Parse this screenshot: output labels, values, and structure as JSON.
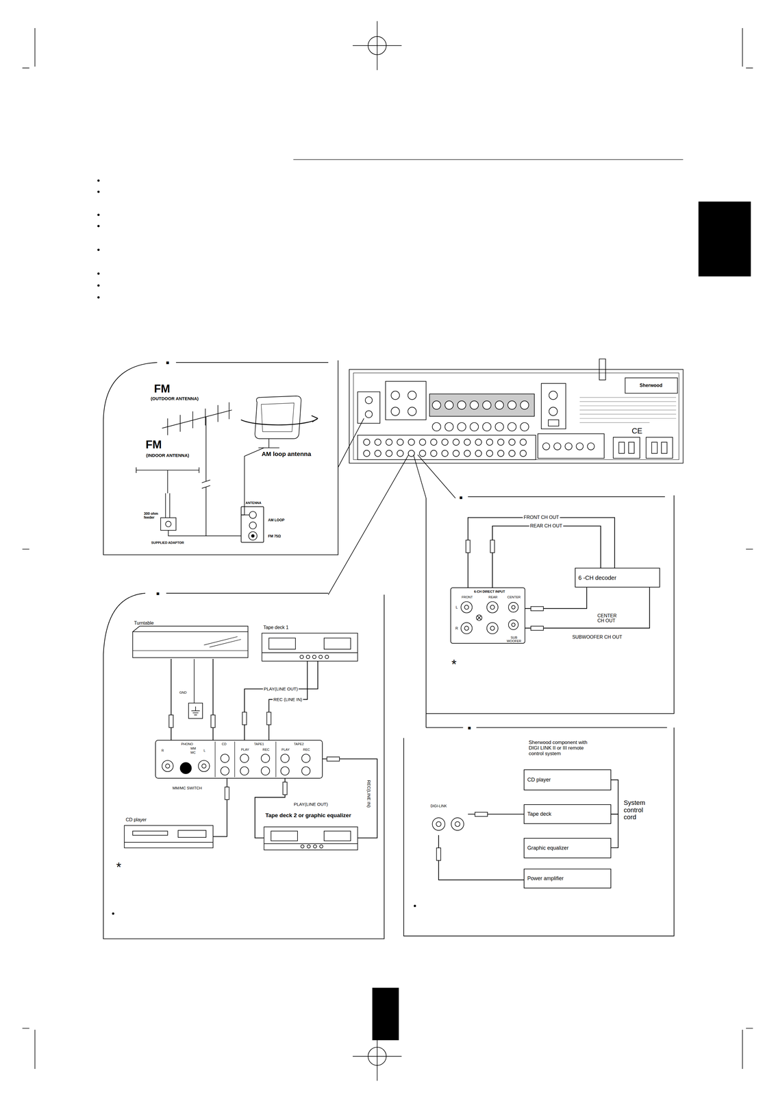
{
  "diagram": {
    "nodes": [
      {
        "text": [
          "ANTENNA",
          "AM LOOP",
          "FM 75Ω"
        ]
      },
      {
        "text": [
          "6 -CH decoder"
        ]
      },
      {
        "text": [
          "6-CH DIRECT INPUT",
          "FRONT",
          "REAR",
          "CENTER",
          "L",
          "R",
          "SUB WOOFER"
        ]
      },
      {
        "text": [
          "Turntable"
        ]
      },
      {
        "text": [
          "Tape deck 1"
        ]
      },
      {
        "text": [
          "PHONO",
          "MM",
          "MC",
          "R",
          "L",
          "CD",
          "TAPE1",
          "PLAY",
          "REC",
          "TAPE2",
          "PLAY",
          "REC"
        ]
      },
      {
        "text": [
          "CD player"
        ]
      },
      {
        "text": [
          "Tape deck 2 or graphic equalizer"
        ]
      },
      {
        "text": [
          "DIGI-LINK"
        ]
      },
      {
        "text": [
          "CD player"
        ]
      },
      {
        "text": [
          "Tape deck"
        ]
      },
      {
        "text": [
          "Graphic equalizer"
        ]
      },
      {
        "text": [
          "Power amplifier"
        ]
      }
    ],
    "edges": [
      {
        "from": 1,
        "to": 2,
        "arrow": "none",
        "label": "FRONT CH OUT"
      },
      {
        "from": 1,
        "to": 2,
        "arrow": "none",
        "label": "REAR CH OUT"
      },
      {
        "from": 1,
        "to": 2,
        "arrow": "none",
        "label": "CENTER CH OUT"
      },
      {
        "from": 1,
        "to": 2,
        "arrow": "none",
        "label": "SUBWOOFER CH OUT"
      },
      {
        "from": 3,
        "to": 5,
        "arrow": "none"
      },
      {
        "from": 4,
        "to": 5,
        "arrow": "none",
        "label": "PLAY(LINE OUT)"
      },
      {
        "from": 5,
        "to": 4,
        "arrow": "none",
        "label": "REC (LINE IN)"
      },
      {
        "from": 6,
        "to": 5,
        "arrow": "none"
      },
      {
        "from": 7,
        "to": 5,
        "arrow": "none",
        "label": "PLAY(LINE OUT)"
      },
      {
        "from": 5,
        "to": 7,
        "arrow": "none",
        "label": "REC(LINE IN)"
      },
      {
        "from": 8,
        "to": 10,
        "arrow": "none"
      },
      {
        "from": 8,
        "to": 12,
        "arrow": "none"
      },
      {
        "from": 9,
        "to": 10,
        "arrow": "none"
      },
      {
        "from": 10,
        "to": 11,
        "arrow": "none"
      }
    ],
    "labels": [
      "■",
      "FM",
      "(OUTDOOR ANTENNA)",
      "FM",
      "(INDOOR ANTENNA)",
      "AM loop antenna",
      "300 ohm feeder",
      "SUPPLIED ADAPTOR",
      "Sherwood",
      "CE",
      "■",
      "*",
      "■",
      "GND",
      "MM/MC SWITCH",
      "*",
      "■",
      "Sherwood component with DIGI LINK II or III remote control system",
      "System control cord"
    ]
  }
}
